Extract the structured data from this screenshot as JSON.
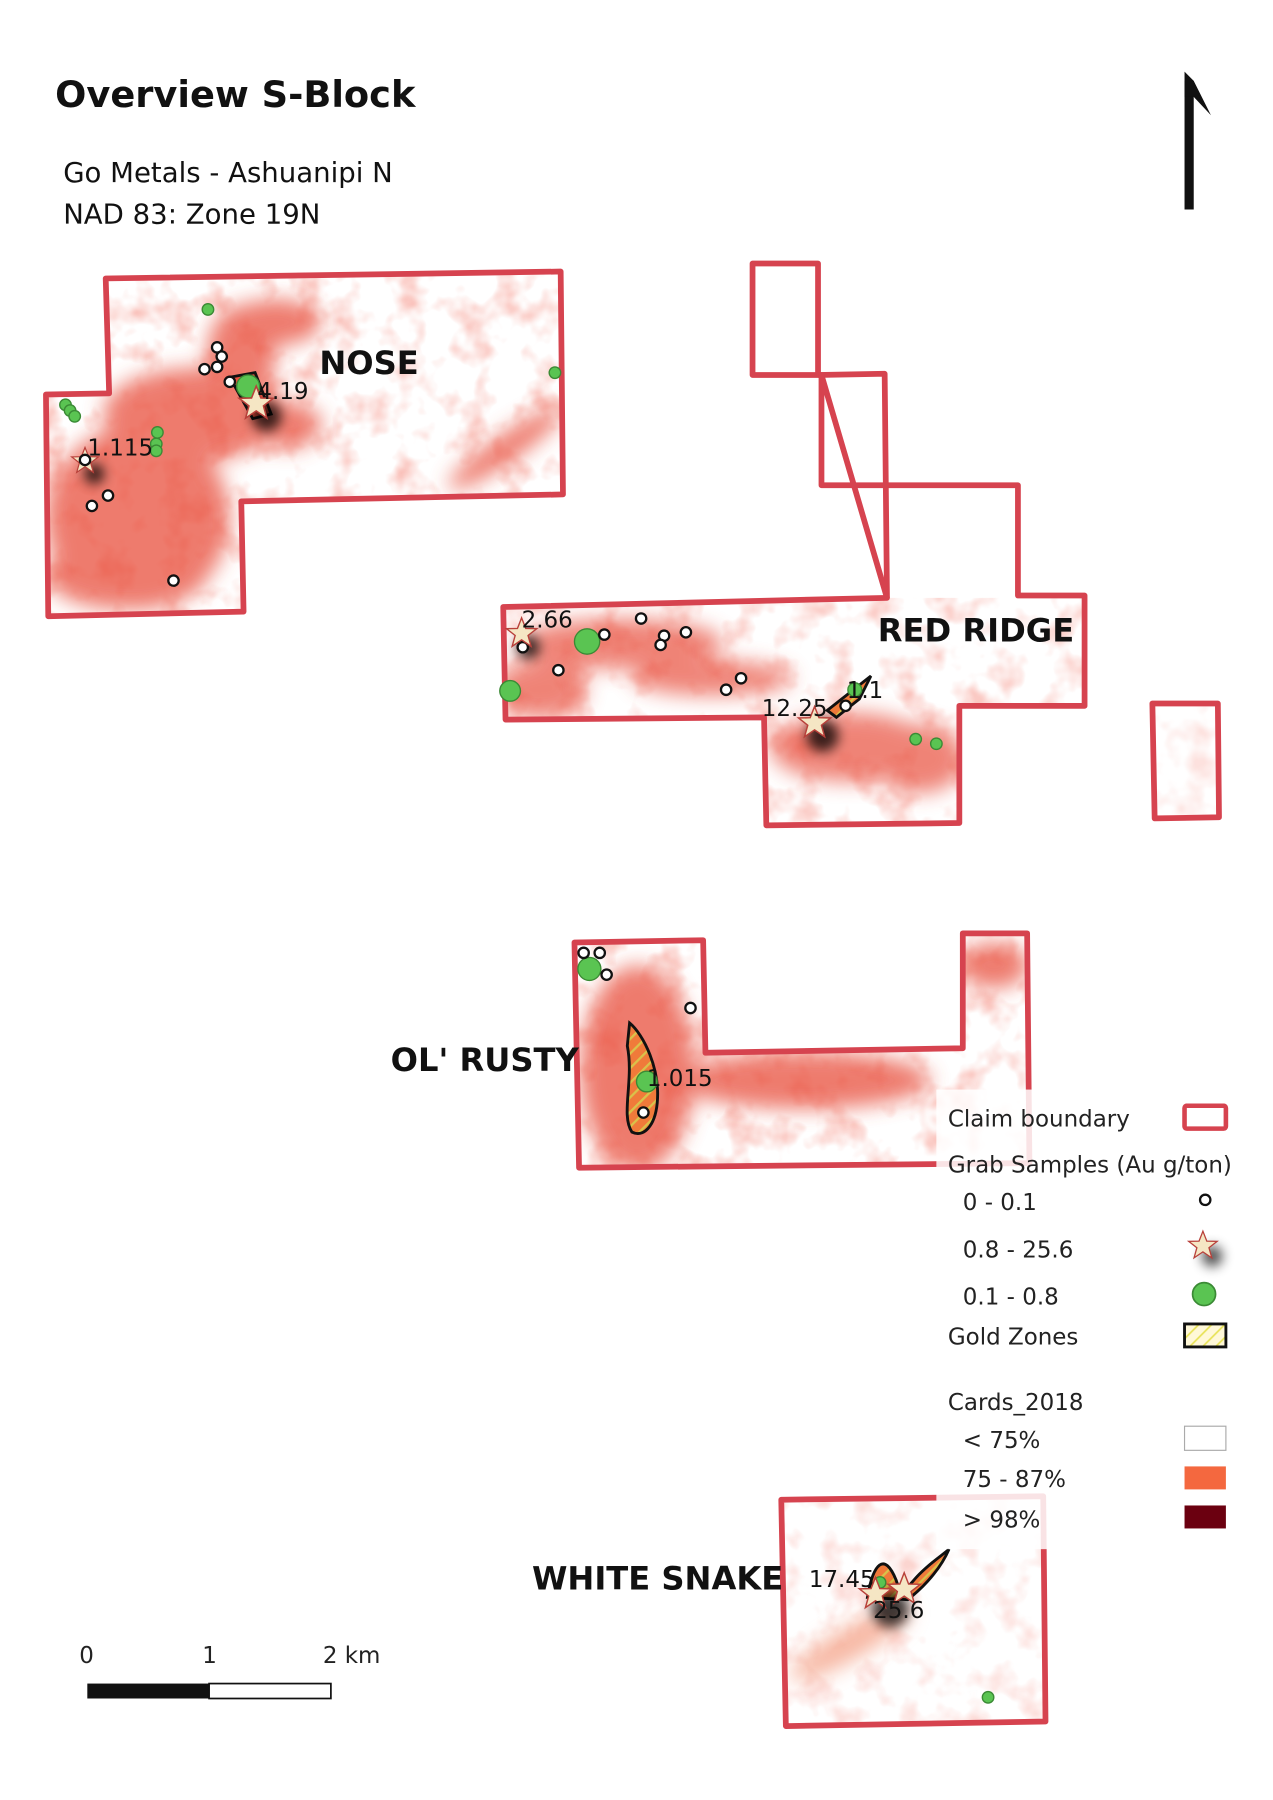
{
  "header": {
    "title": "Overview S-Block",
    "subtitle_line1": "Go Metals - Ashuanipi N",
    "subtitle_line2": "NAD 83: Zone 19N"
  },
  "areas": {
    "nose": "NOSE",
    "red_ridge": "RED RIDGE",
    "ol_rusty": "OL' RUSTY",
    "white_snake": "WHITE SNAKE"
  },
  "sample_labels": {
    "nose_a": "4.19",
    "nose_b": "1.115",
    "red_ridge_a": "2.66",
    "red_ridge_b": "12.25",
    "red_ridge_c": "1.1",
    "ol_rusty_a": "1.015",
    "white_snake_a": "17.45",
    "white_snake_b": "25.6"
  },
  "legend": {
    "claim_boundary": "Claim boundary",
    "grab_samples": "Grab Samples (Au g/ton)",
    "range_low": "0 - 0.1",
    "range_high": "0.8 - 25.6",
    "range_mid": "0.1 - 0.8",
    "gold_zones": "Gold Zones",
    "cards_title": "Cards_2018",
    "cards_low": "< 75%",
    "cards_mid": "75 - 87%",
    "cards_high": "> 98%",
    "colors": {
      "claim": "#d6434f",
      "sample_mid": "#5ac452",
      "sample_high": "#f5e6c4",
      "cards_low": "#ffffff",
      "cards_mid": "#f4683f",
      "cards_high": "#6b0010"
    }
  },
  "scale_bar": {
    "tick0": "0",
    "tick1": "1",
    "tick2": "2 km"
  }
}
